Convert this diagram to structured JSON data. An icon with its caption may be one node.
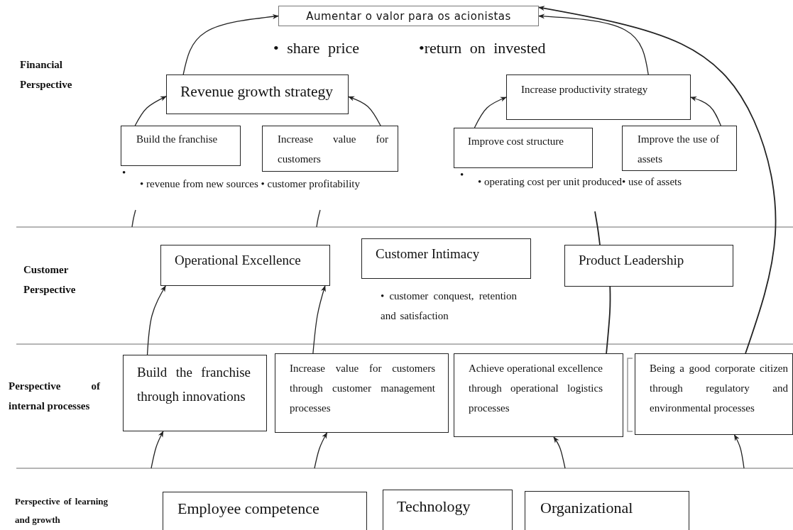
{
  "diagram": {
    "nodes": [
      {
        "text": [
          "Aumentar o valor para os acionistas"
        ]
      },
      {
        "text": [
          "Revenue growth strategy"
        ]
      },
      {
        "text": [
          "Increase productivity strategy"
        ]
      },
      {
        "text": [
          "Build the franchise"
        ]
      },
      {
        "text": [
          "Increase value for customers"
        ]
      },
      {
        "text": [
          "Improve cost structure"
        ]
      },
      {
        "text": [
          "Improve the use of assets"
        ]
      },
      {
        "text": [
          "Operational Excellence"
        ]
      },
      {
        "text": [
          "Customer Intimacy"
        ]
      },
      {
        "text": [
          "Product Leadership"
        ]
      },
      {
        "text": [
          "Build the franchise through innovations"
        ]
      },
      {
        "text": [
          "Increase value for customers through customer management processes"
        ]
      },
      {
        "text": [
          "Achieve operational excellence through operational logistics processes"
        ]
      },
      {
        "text": [
          "Being a good corporate citizen through regulatory and environmental processes"
        ]
      },
      {
        "text": [
          "Employee competence"
        ]
      },
      {
        "text": [
          "Technology"
        ]
      },
      {
        "text": [
          "Organizational"
        ]
      }
    ],
    "edges": [
      {
        "from": 1,
        "to": 0,
        "arrow": "to"
      },
      {
        "from": 2,
        "to": 0,
        "arrow": "to"
      },
      {
        "from": 3,
        "to": 1,
        "arrow": "to"
      },
      {
        "from": 4,
        "to": 1,
        "arrow": "to"
      },
      {
        "from": 5,
        "to": 2,
        "arrow": "to"
      },
      {
        "from": 6,
        "to": 2,
        "arrow": "to"
      },
      {
        "from": 13,
        "to": 0,
        "arrow": "to"
      },
      {
        "from": 12,
        "to": 9,
        "arrow": "none"
      },
      {
        "from": 9,
        "to": null,
        "arrow": "none"
      },
      {
        "from": 10,
        "to": 7,
        "arrow": "to"
      },
      {
        "from": 11,
        "to": 7,
        "arrow": "to"
      },
      {
        "from": null,
        "to": 10,
        "arrow": "to"
      },
      {
        "from": null,
        "to": 11,
        "arrow": "to"
      },
      {
        "from": null,
        "to": 12,
        "arrow": "to"
      },
      {
        "from": null,
        "to": 13,
        "arrow": "to"
      }
    ],
    "labels": [
      "Financial Perspective",
      "• share price",
      "•return on invested",
      "•",
      "• revenue from new sources • customer profitability",
      "•",
      "• operating cost per unit produced• use of assets",
      "Customer Perspective",
      "• customer conquest, retention and satisfaction",
      "Perspective of internal processes",
      "Perspective of learning and growth"
    ]
  }
}
